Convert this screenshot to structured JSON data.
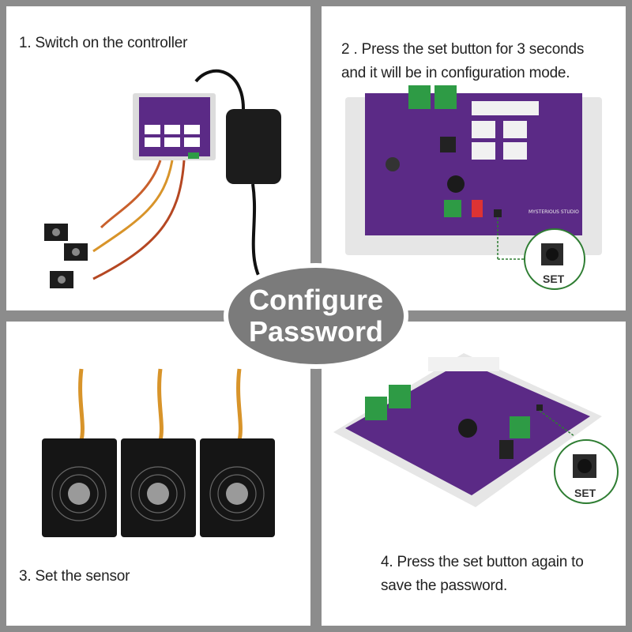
{
  "badge": {
    "line1": "Configure",
    "line2": "Password"
  },
  "steps": [
    {
      "caption": "1.  Switch on the controller"
    },
    {
      "caption": "2 . Press the set button for 3 seconds\nand it will be in configuration mode."
    },
    {
      "caption": "3. Set the sensor"
    },
    {
      "caption": "4.  Press the set button again to\nsave the password."
    }
  ],
  "board": {
    "brand": "MYSTERIOUS STUDIO",
    "button_label": "SET"
  },
  "colors": {
    "pcb": "#5b2a86",
    "terminal": "#2e9b45",
    "enclosure": "#e6e6e6",
    "badge": "#7b7b7b",
    "callout": "#2e7d32"
  }
}
